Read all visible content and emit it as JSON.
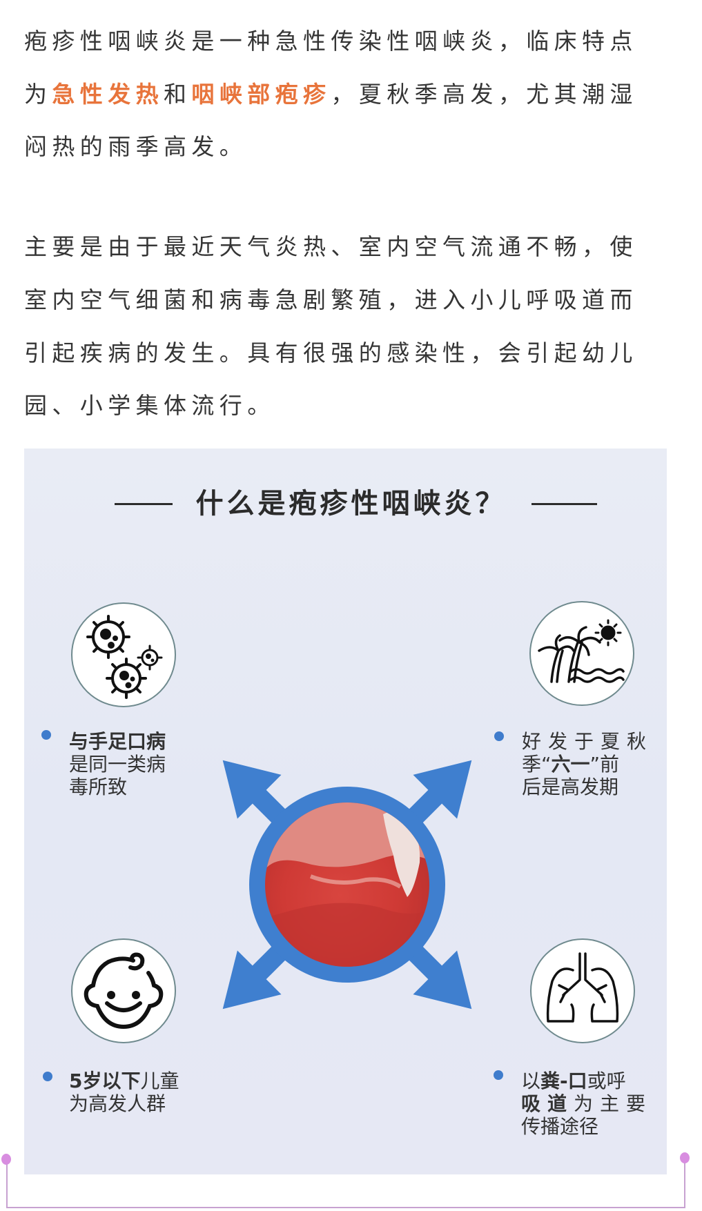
{
  "article": {
    "paragraph1": {
      "line1": "疱疹性咽峡炎是一种急性传染性咽峡炎，临床特点",
      "line2_prefix": "为",
      "line2_highlight1": "急性发热",
      "line2_mid": "和",
      "line2_highlight2": "咽峡部疱疹",
      "line2_suffix": "，夏秋季高发，尤其潮湿",
      "line3": "闷热的雨季高发。"
    },
    "paragraph2": {
      "line1": "主要是由于最近天气炎热、室内空气流通不畅，使",
      "line2": "室内空气细菌和病毒急剧繁殖，进入小儿呼吸道而",
      "line3": "引起疾病的发生。具有很强的感染性，会引起幼儿",
      "line4": "园、小学集体流行。"
    },
    "highlight_color": "#e8743b"
  },
  "infographic": {
    "title": "什么是疱疹性咽峡炎？",
    "accent_color": "#3f7ccc",
    "center_image": "herpangina-throat-photo",
    "items": [
      {
        "icon": "virus-icon",
        "line1_bold": "与手足口病",
        "line2": "是同一类病",
        "line3": "毒所致"
      },
      {
        "icon": "palm-beach-sun-icon",
        "line1": "好发于夏秋",
        "line2_prefix": "季“",
        "line2_bold": "六一",
        "line2_suffix": "”前",
        "line3": "后是高发期"
      },
      {
        "icon": "baby-face-icon",
        "line1_bold": "5岁以下",
        "line1_rest": "儿童",
        "line2": "为高发人群"
      },
      {
        "icon": "lungs-icon",
        "line1_prefix": "以",
        "line1_bold": "粪-口",
        "line1_suffix": "或呼",
        "line2_bold": "吸道",
        "line2_rest": "为主要",
        "line3": "传播途径"
      }
    ]
  },
  "decoration": {
    "bracket_color": "#c7a1d1",
    "dot_color": "#d88de0"
  }
}
